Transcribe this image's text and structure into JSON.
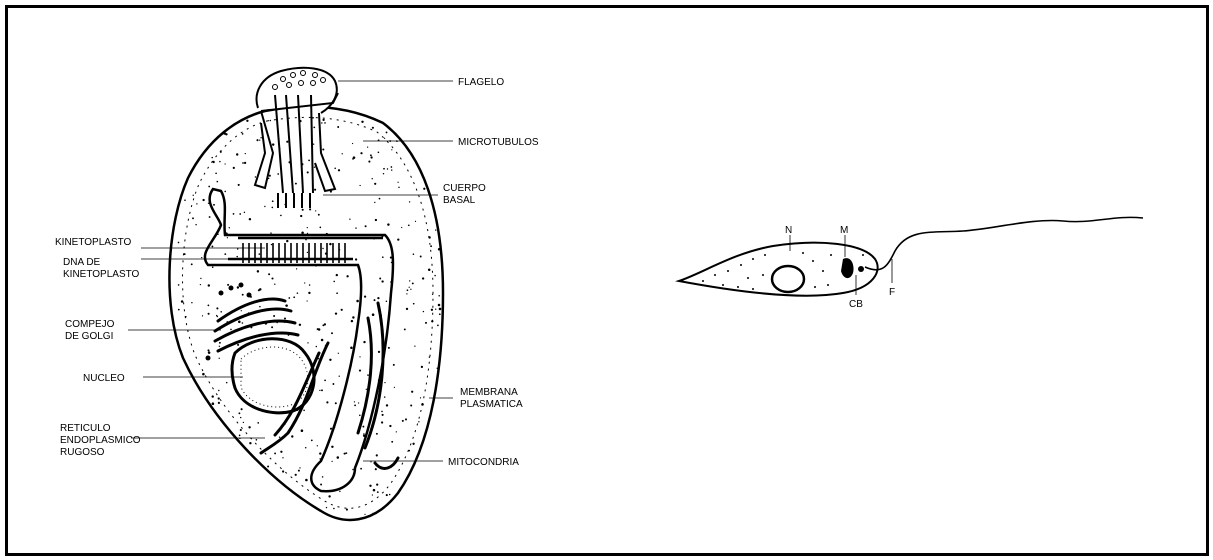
{
  "left_cell": {
    "labels": {
      "flagelo": "FLAGELO",
      "microtubulos": "MICROTUBULOS",
      "cuerpo_basal_1": "CUERPO",
      "cuerpo_basal_2": "BASAL",
      "kinetoplasto": "KINETOPLASTO",
      "dna_1": "DNA DE",
      "dna_2": "KINETOPLASTO",
      "golgi_1": "COMPEJO",
      "golgi_2": "DE GOLGI",
      "nucleo": "NUCLEO",
      "membrana_1": "MEMBRANA",
      "membrana_2": "PLASMATICA",
      "reticulo_1": "RETICULO",
      "reticulo_2": "ENDOPLASMICO",
      "reticulo_3": "RUGOSO",
      "mitocondria": "MITOCONDRIA"
    }
  },
  "right_cell": {
    "labels": {
      "n": "N",
      "m": "M",
      "cb": "CB",
      "f": "F"
    }
  }
}
